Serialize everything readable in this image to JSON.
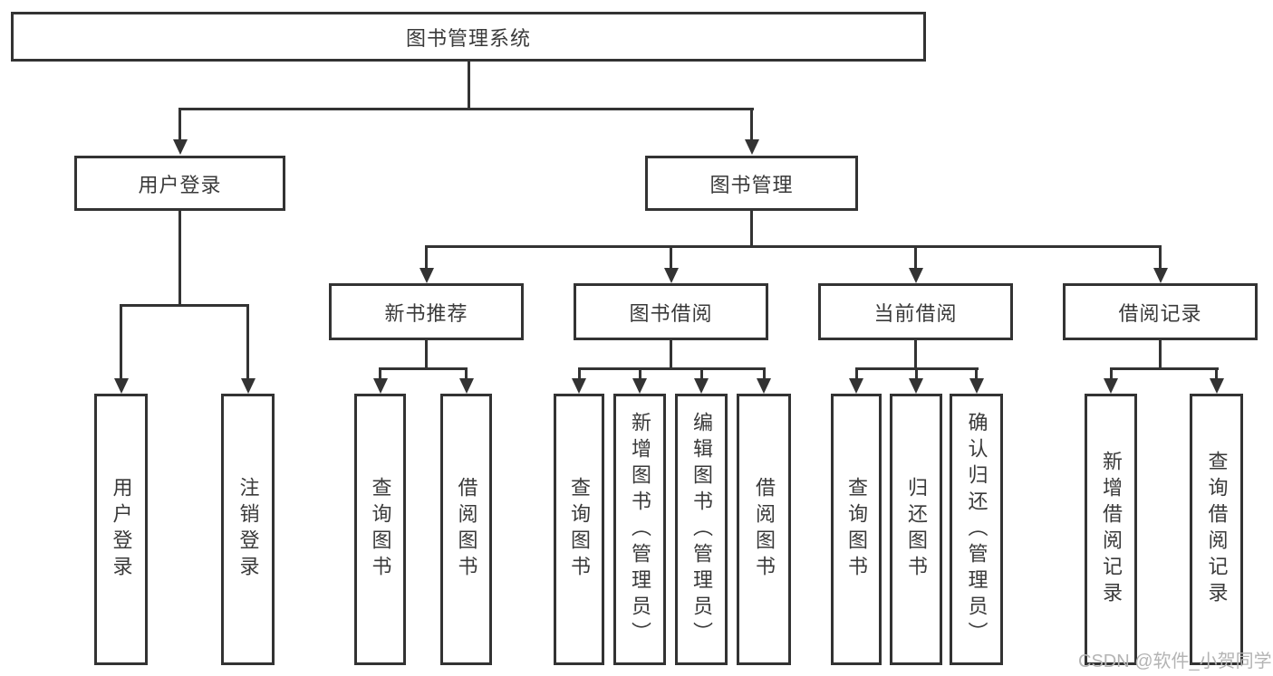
{
  "diagram_type": "hierarchy-tree",
  "tree": {
    "root": {
      "label": "图书管理系统"
    },
    "children": [
      {
        "label": "用户登录",
        "children": [
          {
            "label": "用户登录"
          },
          {
            "label": "注销登录"
          }
        ]
      },
      {
        "label": "图书管理",
        "children": [
          {
            "label": "新书推荐",
            "children": [
              {
                "label": "查询图书"
              },
              {
                "label": "借阅图书"
              }
            ]
          },
          {
            "label": "图书借阅",
            "children": [
              {
                "label": "查询图书"
              },
              {
                "label": "新增图书（管理员）"
              },
              {
                "label": "编辑图书（管理员）"
              },
              {
                "label": "借阅图书"
              }
            ]
          },
          {
            "label": "当前借阅",
            "children": [
              {
                "label": "查询图书"
              },
              {
                "label": "归还图书"
              },
              {
                "label": "确认归还（管理员）"
              }
            ]
          },
          {
            "label": "借阅记录",
            "children": [
              {
                "label": "新增借阅记录"
              },
              {
                "label": "查询借阅记录"
              }
            ]
          }
        ]
      }
    ]
  },
  "watermark": {
    "text": "CSDN @软件_小贺同学"
  },
  "colors": {
    "line": "#333333",
    "text": "#3a3a3a",
    "watermark": "#b4b4b4",
    "background": "#ffffff"
  }
}
